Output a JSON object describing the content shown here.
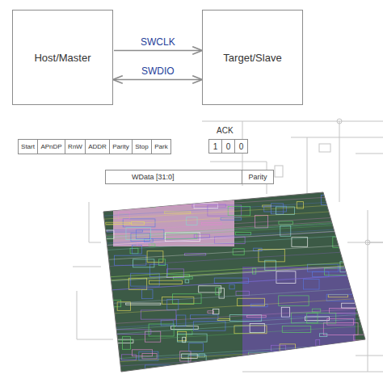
{
  "diagram": {
    "nodes": [
      {
        "text": [
          "Host/Master"
        ]
      },
      {
        "text": [
          "Target/Slave"
        ]
      },
      {
        "text": [
          "Start"
        ]
      },
      {
        "text": [
          "APnDP"
        ]
      },
      {
        "text": [
          "RnW"
        ]
      },
      {
        "text": [
          "ADDR"
        ]
      },
      {
        "text": [
          "Parity"
        ]
      },
      {
        "text": [
          "Stop"
        ]
      },
      {
        "text": [
          "Park"
        ]
      },
      {
        "text": [
          "1"
        ]
      },
      {
        "text": [
          "0"
        ]
      },
      {
        "text": [
          "0"
        ]
      },
      {
        "text": [
          "WData [31:0]"
        ]
      },
      {
        "text": [
          "Parity"
        ]
      }
    ],
    "edges": [
      {
        "from": 0,
        "to": 1,
        "label": "SWCLK",
        "arrow": "to"
      },
      {
        "from": 0,
        "to": 1,
        "label": "SWDIO",
        "arrow": "both"
      }
    ],
    "labels": [
      "ACK"
    ]
  }
}
